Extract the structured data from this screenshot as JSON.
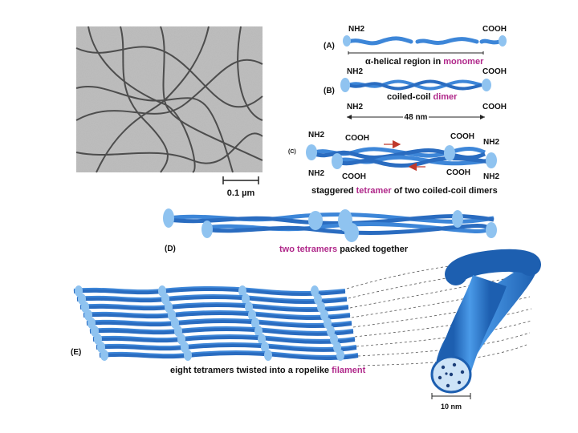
{
  "micrograph": {
    "scale_bar_label": "0.1 µm"
  },
  "panels": {
    "A": {
      "label": "(A)",
      "left_terminus": "NH2",
      "right_terminus": "COOH",
      "caption_prefix": "α-helical region in ",
      "caption_highlight": "monomer"
    },
    "B": {
      "label": "(B)",
      "left_terminus": "NH2",
      "right_terminus": "COOH",
      "caption_prefix": "coiled-coil ",
      "caption_highlight": "dimer",
      "bottom_left_terminus": "NH2",
      "bottom_right_terminus": "COOH",
      "length_label": "48 nm"
    },
    "C": {
      "label": "(C)",
      "top_left": "NH2",
      "top_mid_left": "COOH",
      "top_mid_right": "COOH",
      "top_right": "NH2",
      "bottom_left": "NH2",
      "bottom_mid_left": "COOH",
      "bottom_mid_right": "COOH",
      "bottom_right": "NH2",
      "caption_prefix": "staggered ",
      "caption_highlight": "tetramer",
      "caption_suffix": " of two coiled-coil dimers"
    },
    "D": {
      "label": "(D)",
      "caption_highlight": "two tetramers",
      "caption_suffix": " packed together"
    },
    "E": {
      "label": "(E)",
      "caption_prefix": "eight tetramers twisted into a ropelike ",
      "caption_highlight": "filament",
      "diameter_label": "10 nm"
    }
  },
  "colors": {
    "protein_blue": "#3d86d8",
    "protein_light": "#8fc3f0",
    "highlight_magenta": "#b0288a",
    "arrow_red": "#c0392b"
  }
}
